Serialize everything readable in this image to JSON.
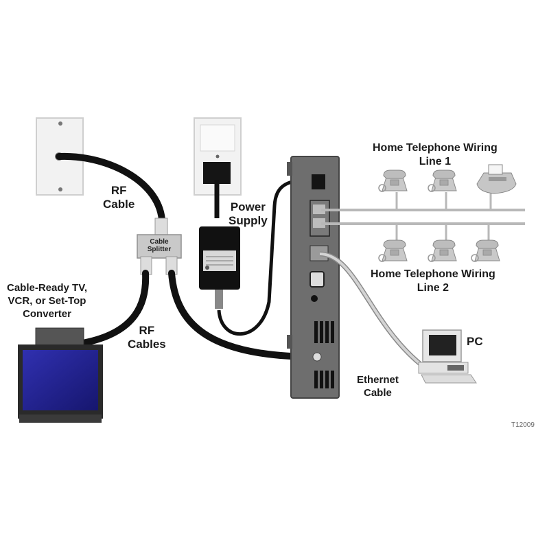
{
  "title": "Cable Modem Connection Diagram",
  "labels": {
    "rf_cable": [
      "RF",
      "Cable"
    ],
    "cable_splitter": [
      "Cable",
      "Splitter"
    ],
    "power_supply": [
      "Power",
      "Supply"
    ],
    "tv": [
      "Cable-Ready TV,",
      "VCR, or Set-Top",
      "Converter"
    ],
    "rf_cables": [
      "RF",
      "Cables"
    ],
    "line1": [
      "Home Telephone Wiring",
      "Line 1"
    ],
    "line2": [
      "Home Telephone Wiring",
      "Line 2"
    ],
    "pc": "PC",
    "ethernet_cable": [
      "Ethernet",
      "Cable"
    ],
    "figure_id": "T12009"
  },
  "components": [
    {
      "id": "wall-coax-outlet",
      "icon": "wall-outlet-icon"
    },
    {
      "id": "wall-power-outlet",
      "icon": "power-outlet-icon"
    },
    {
      "id": "cable-splitter",
      "icon": "splitter-icon"
    },
    {
      "id": "power-supply",
      "icon": "power-adapter-icon"
    },
    {
      "id": "cable-modem",
      "icon": "modem-icon"
    },
    {
      "id": "television",
      "icon": "tv-icon"
    },
    {
      "id": "pc",
      "icon": "computer-icon"
    },
    {
      "id": "line1-devices",
      "icons": [
        "telephone-icon",
        "telephone-icon",
        "fax-icon"
      ]
    },
    {
      "id": "line2-devices",
      "icons": [
        "telephone-icon",
        "telephone-icon",
        "telephone-icon"
      ]
    }
  ],
  "colors": {
    "cable": "#111111",
    "modem_body": "#6e6e6e",
    "tv_screen": "#1f1f8f",
    "phone_wire": "#b8b8b8",
    "ethernet": "#c8c8c8"
  }
}
